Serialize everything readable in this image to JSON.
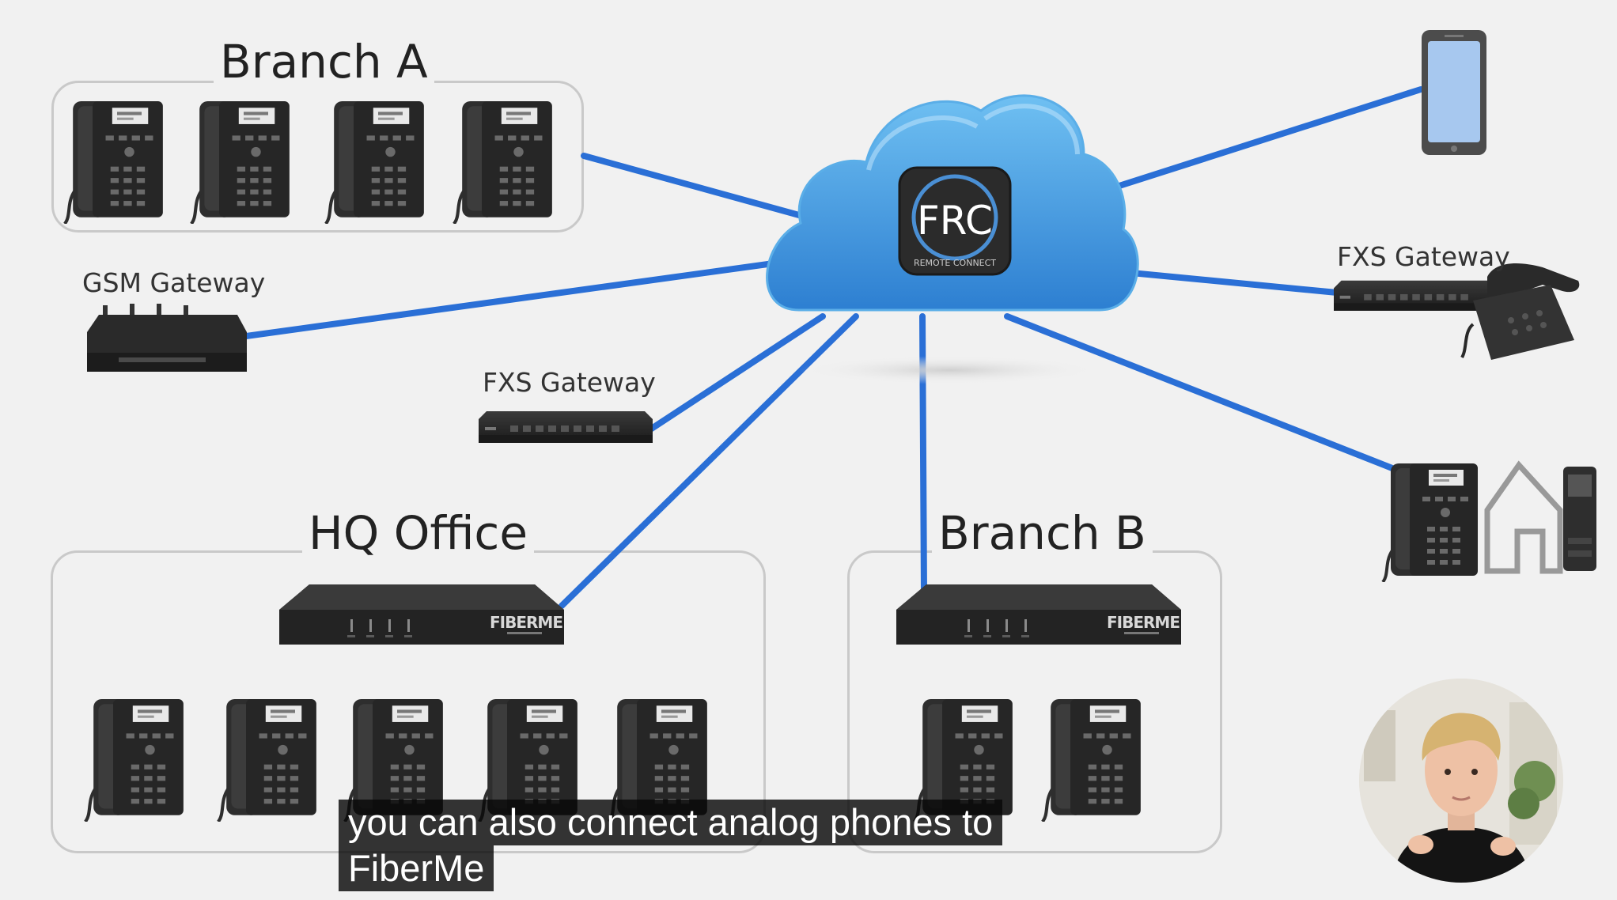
{
  "groups": {
    "branch_a": "Branch A",
    "hq_office": "HQ Office",
    "branch_b": "Branch B"
  },
  "labels": {
    "gsm_gateway": "GSM Gateway",
    "fxs_gateway_left": "FXS Gateway",
    "fxs_gateway_right": "FXS Gateway"
  },
  "cloud_logo": {
    "text": "FRC",
    "subtext": "REMOTE CONNECT"
  },
  "device_brand": {
    "hq": "FIBERME",
    "branch_b": "FIBERME"
  },
  "captions": {
    "line1": "you can also connect analog phones to",
    "line2": "FiberMe"
  },
  "colors": {
    "link_line": "#2a6fd6",
    "cloud_fill": "#3f8fdc",
    "background": "#f1f1f1",
    "group_border": "#c9c9c9"
  },
  "icons": [
    "ip-phone-icon",
    "gateway-icon",
    "cloud-icon",
    "smartphone-icon",
    "analog-phone-icon",
    "house-icon",
    "intercom-icon",
    "pbx-appliance-icon"
  ]
}
